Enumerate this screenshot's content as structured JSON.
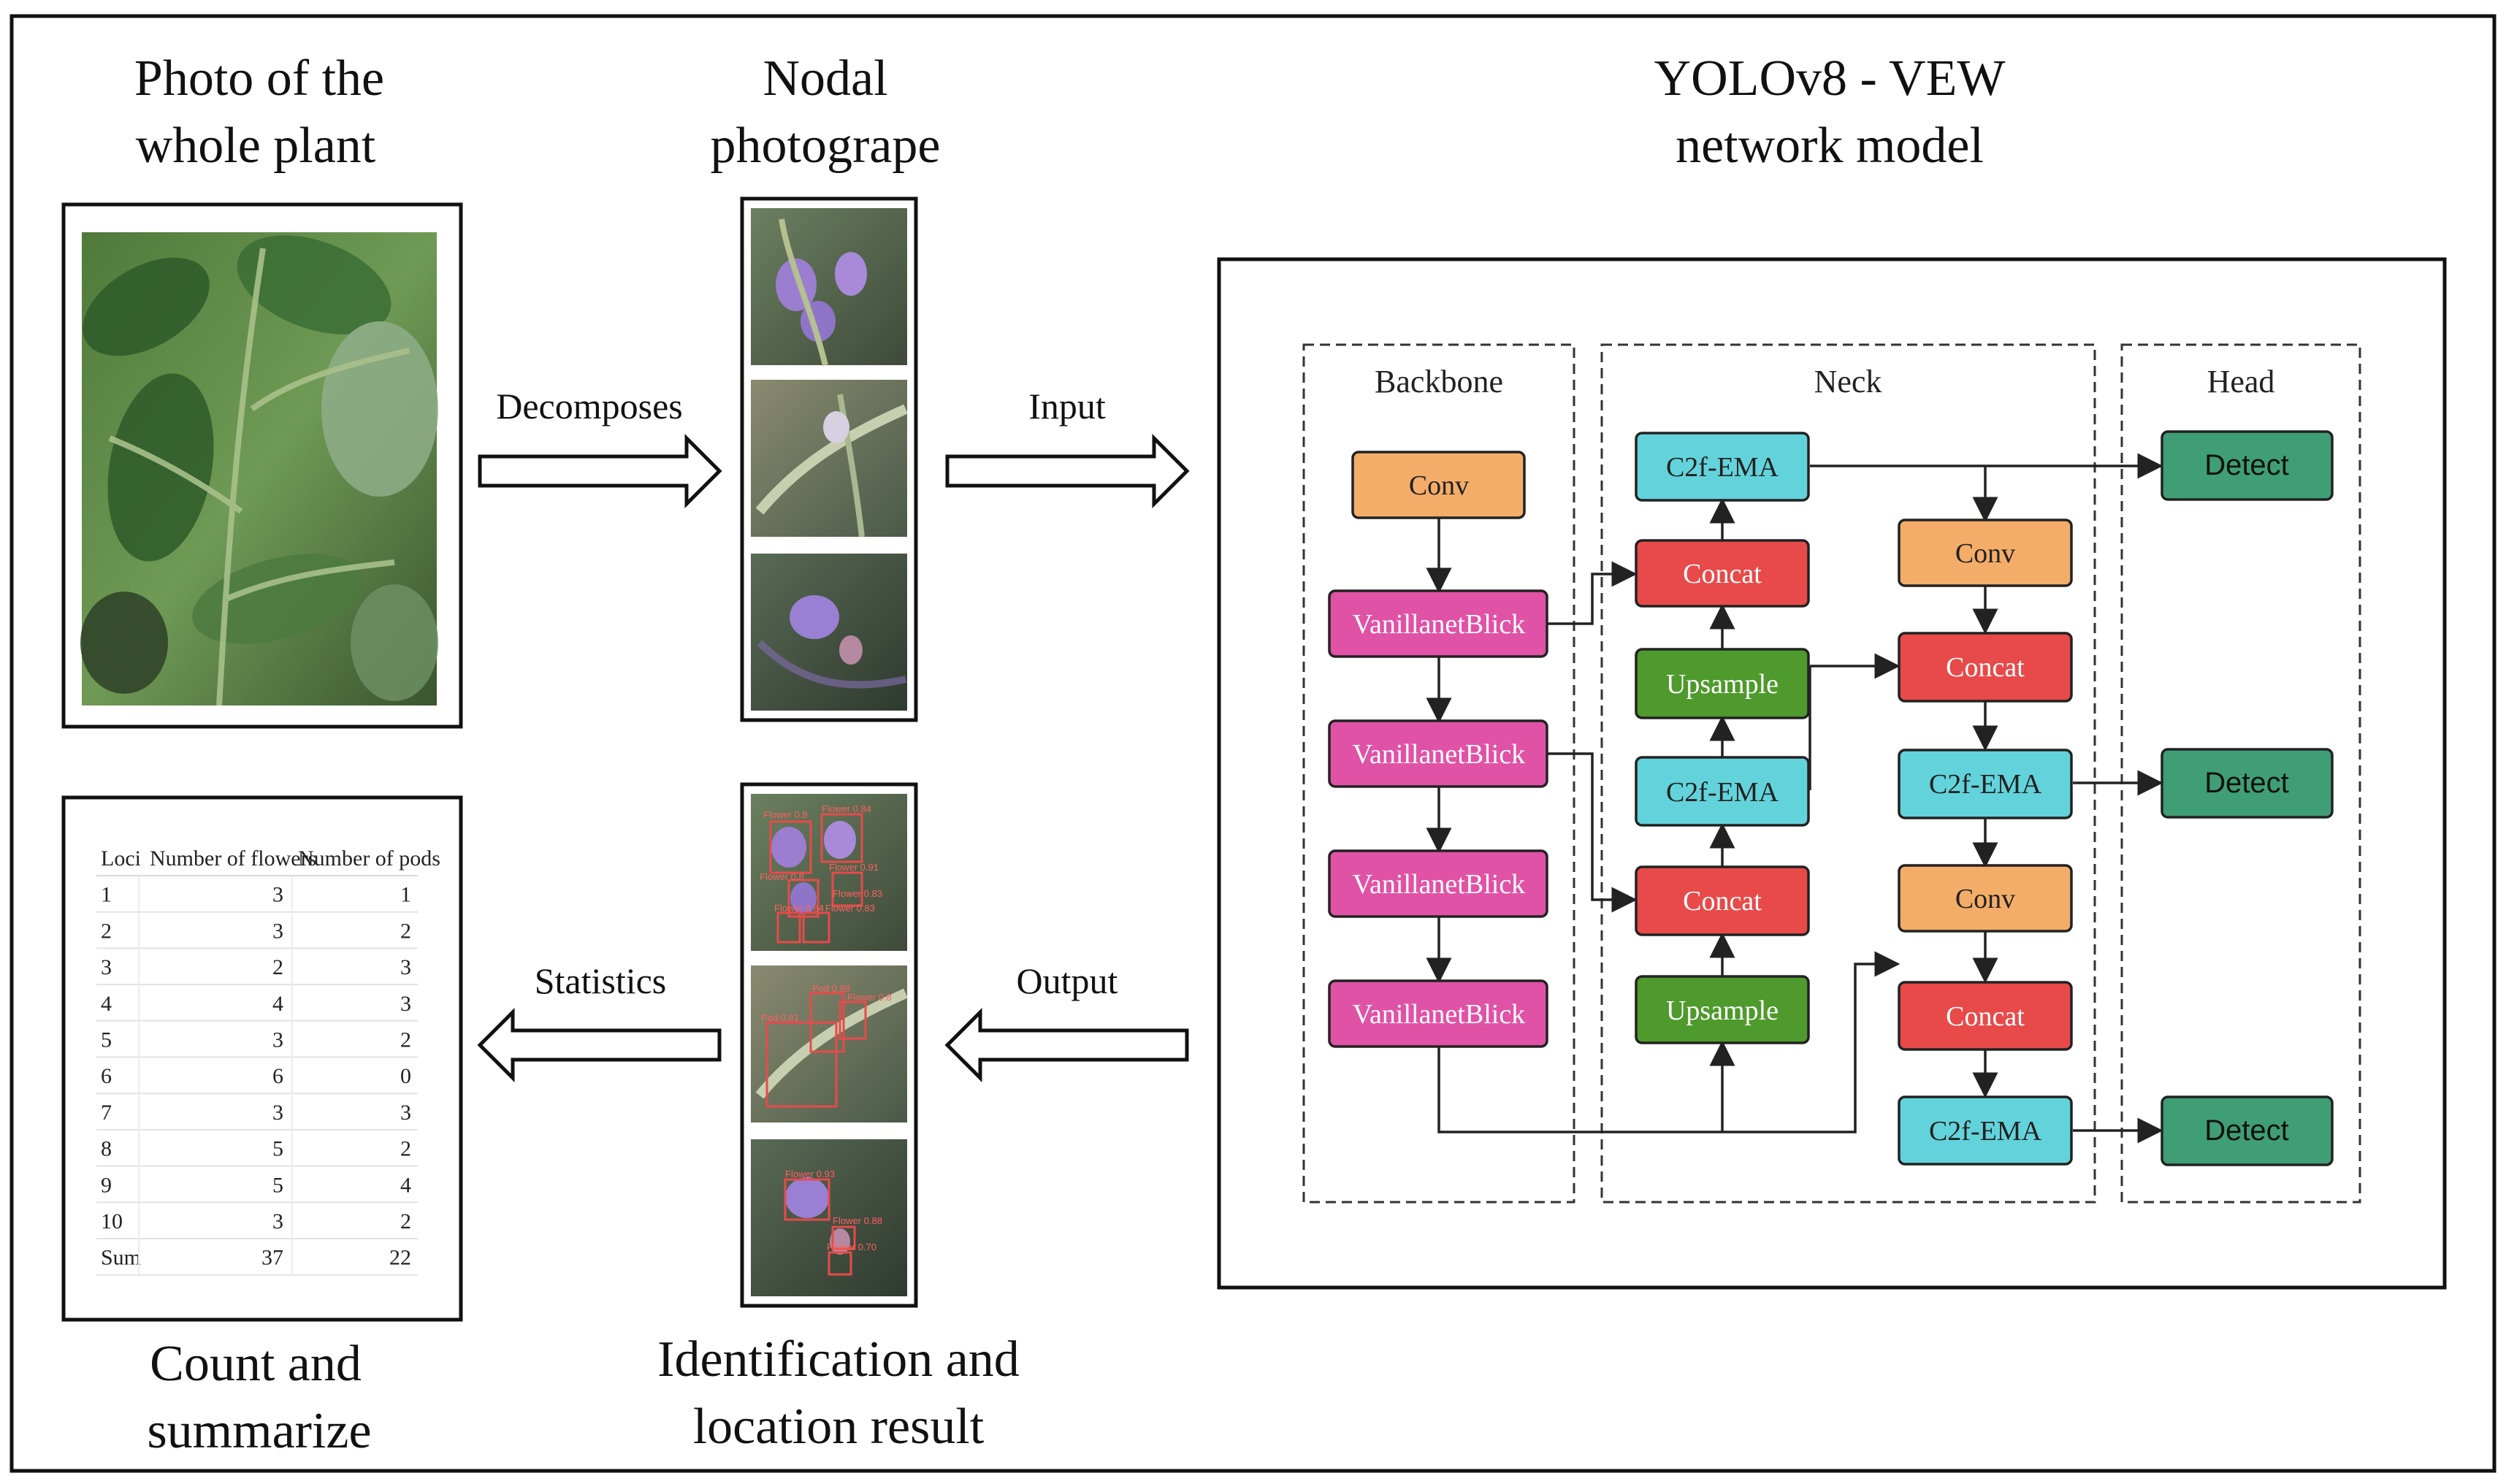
{
  "titles": {
    "photo_whole_plant": [
      "Photo of the",
      "whole plant"
    ],
    "nodal_photograph": [
      "Nodal",
      "photogrape"
    ],
    "model": [
      "YOLOv8 - VEW",
      "network model"
    ],
    "count_summarize": [
      "Count and",
      "summarize"
    ],
    "identification": [
      "Identification and",
      "location result"
    ]
  },
  "arrows": {
    "decomposes": "Decomposes",
    "input": "Input",
    "output": "Output",
    "statistics": "Statistics"
  },
  "sections": {
    "backbone": "Backbone",
    "neck": "Neck",
    "head": "Head"
  },
  "blocks": {
    "conv": "Conv",
    "vanillanet": "VanillanetBlick",
    "concat": "Concat",
    "c2f_ema": "C2f-EMA",
    "upsample": "Upsample",
    "detect": "Detect"
  },
  "detections": {
    "node1": [
      "Flower 0.8",
      "Flower 0.84",
      "Flower 0.8",
      "Flower 0.91",
      "Flower 0.83",
      "Flower 0.84",
      "Flower 0.83"
    ],
    "node2": [
      "Pod 0.88",
      "Flower 0.8",
      "Pod 0.91"
    ],
    "node3": [
      "Flower 0.93",
      "Flower 0.88",
      "Flower 0.70"
    ]
  },
  "table": {
    "headers": [
      "Loci",
      "Number of flowers",
      "Number of pods"
    ],
    "rows": [
      [
        "1",
        "3",
        "1"
      ],
      [
        "2",
        "3",
        "2"
      ],
      [
        "3",
        "2",
        "3"
      ],
      [
        "4",
        "4",
        "3"
      ],
      [
        "5",
        "3",
        "2"
      ],
      [
        "6",
        "6",
        "0"
      ],
      [
        "7",
        "3",
        "3"
      ],
      [
        "8",
        "5",
        "2"
      ],
      [
        "9",
        "5",
        "4"
      ],
      [
        "10",
        "3",
        "2"
      ],
      [
        "Sum",
        "37",
        "22"
      ]
    ]
  },
  "colors": {
    "conv": "#F4AD69",
    "vanillanet": "#E052A6",
    "concat": "#E84A4A",
    "c2f_ema": "#63D3DB",
    "upsample": "#4E9A2C",
    "detect": "#3F9E75",
    "line": "#222222",
    "detection_box": "#E84A4A"
  }
}
